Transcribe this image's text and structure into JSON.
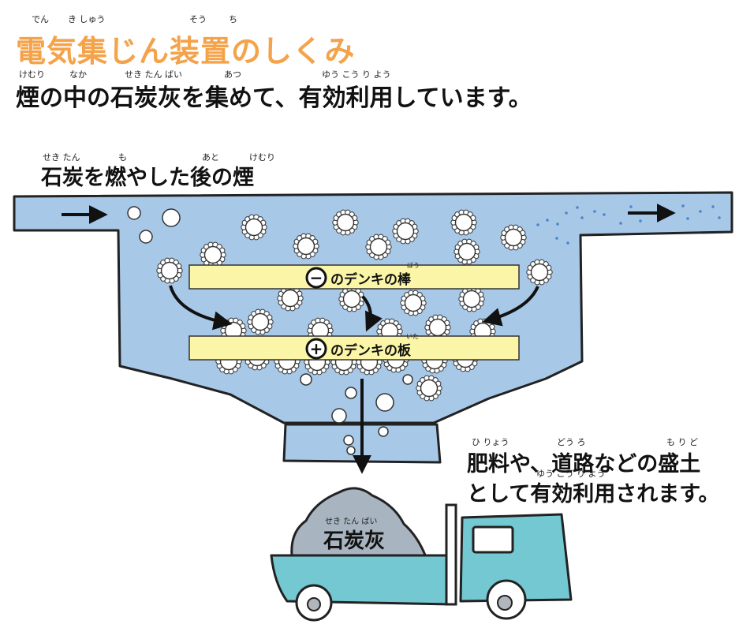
{
  "title": {
    "text": "電気集じん装置のしくみ",
    "ruby_1": "でん",
    "ruby_2": "き しゅう",
    "ruby_3": "そう",
    "ruby_4": "ち",
    "color": "#f4a34a"
  },
  "subtitle": {
    "text": "煙の中の石炭灰を集めて、有効利用しています。",
    "ruby_1": "けむり",
    "ruby_2": "なか",
    "ruby_3": "せき たん ばい",
    "ruby_4": "あつ",
    "ruby_5": "ゆう こう り よう"
  },
  "smoke_label": {
    "text": "石炭を燃やした後の煙",
    "ruby_1": "せき たん",
    "ruby_2": "も",
    "ruby_3": "あと",
    "ruby_4": "けむり"
  },
  "negative_rod": {
    "symbol": "−",
    "text": "のデンキの棒",
    "ruby": "ぼう"
  },
  "positive_plate": {
    "symbol": "+",
    "text": "のデンキの板",
    "ruby": "いた"
  },
  "ash_pile": {
    "text": "石炭灰",
    "ruby": "せき たん ばい"
  },
  "usage": {
    "line_1": "肥料や、道路などの盛土",
    "line_2": "として有効利用されます。",
    "ruby_1": "ひ りょう",
    "ruby_2": "どう ろ",
    "ruby_3": "も り ど",
    "ruby_4": "ゆう こう り よう"
  },
  "colors": {
    "chamber": "#a8c8e8",
    "electrode": "#fbf5a8",
    "truck_body": "#74c8d2",
    "ash": "#a8b4c0",
    "title": "#f4a34a"
  }
}
